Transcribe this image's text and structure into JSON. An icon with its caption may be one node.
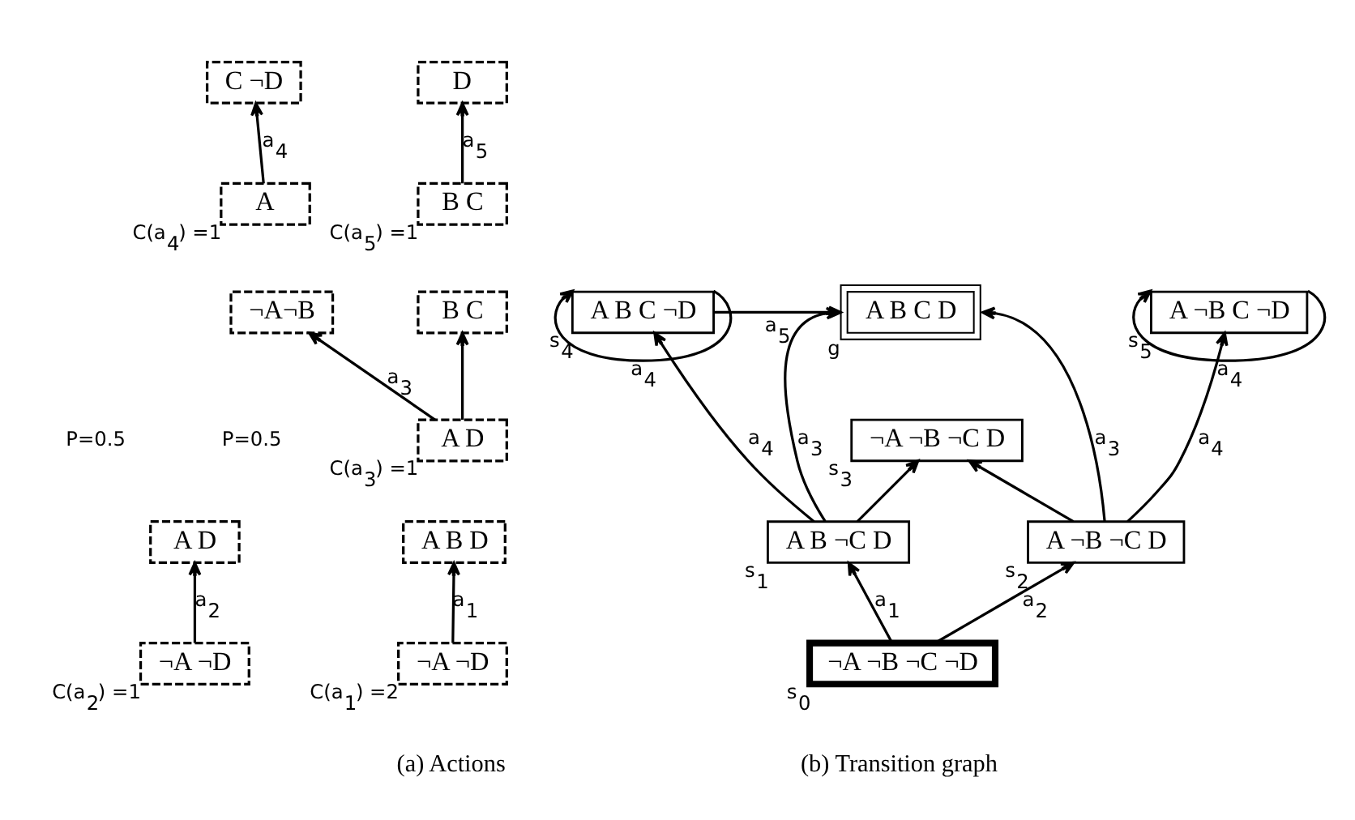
{
  "diagram": {
    "nodes": [
      {
        "text": [
          "C ¬D"
        ]
      },
      {
        "text": [
          "D"
        ]
      },
      {
        "text": [
          "A"
        ],
        "beside": [
          "C(a$_{4}$) =1"
        ]
      },
      {
        "text": [
          "B C"
        ],
        "beside": [
          "C(a$_{5}$) =1"
        ]
      },
      {
        "text": [
          "¬A¬B"
        ]
      },
      {
        "text": [
          "B C"
        ]
      },
      {
        "text": [
          "A D"
        ],
        "beside": [
          "C(a$_{3}$) =1"
        ]
      },
      {
        "text": [
          "A B D"
        ]
      },
      {
        "text": [
          "A D"
        ]
      },
      {
        "text": [
          "¬A ¬D"
        ],
        "beside": [
          "C(a$_{1}$) =2"
        ]
      },
      {
        "text": [
          "¬A ¬D"
        ],
        "beside": [
          "C(a$_{2}$) =1"
        ]
      },
      {
        "text": [
          "A B C ¬D"
        ],
        "beside": [
          "s$_{4}$"
        ]
      },
      {
        "text": [
          "A B C D"
        ],
        "beside": [
          "g"
        ]
      },
      {
        "text": [
          "A ¬B C ¬D"
        ],
        "beside": [
          "s$_{5}$"
        ]
      },
      {
        "text": [
          "¬A ¬B ¬C D"
        ],
        "beside": [
          "s$_{3}$"
        ]
      },
      {
        "text": [
          "A B ¬C D"
        ],
        "beside": [
          "s$_{1}$"
        ]
      },
      {
        "text": [
          "A ¬B ¬C D"
        ],
        "beside": [
          "s$_{2}$"
        ]
      },
      {
        "text": [
          "¬A ¬B ¬C ¬D"
        ],
        "beside": [
          "s$_{0}$"
        ]
      }
    ],
    "edges": [
      {
        "from": 2,
        "to": 0,
        "arrow": "to",
        "label": "a$_{4}$"
      },
      {
        "from": 3,
        "to": 1,
        "arrow": "to",
        "label": "a$_{5}$"
      },
      {
        "from": 6,
        "to": 4,
        "arrow": "to",
        "label": "a$_{3}$"
      },
      {
        "from": 6,
        "to": 5,
        "arrow": "to"
      },
      {
        "from": 9,
        "to": 7,
        "arrow": "to",
        "label": "a$_{1}$"
      },
      {
        "from": 10,
        "to": 8,
        "arrow": "to",
        "label": "a$_{2}$"
      },
      {
        "from": 11,
        "to": 11,
        "arrow": "to",
        "label": "a$_{4}$"
      },
      {
        "from": 11,
        "to": 12,
        "arrow": "to",
        "label": "a$_{5}$"
      },
      {
        "from": 13,
        "to": 13,
        "arrow": "to",
        "label": "a$_{4}$"
      },
      {
        "from": 15,
        "to": 11,
        "arrow": "to",
        "label": "a$_{4}$"
      },
      {
        "from": 15,
        "to": 12,
        "arrow": "to",
        "label": "a$_{3}$"
      },
      {
        "from": 15,
        "to": 14,
        "arrow": "to"
      },
      {
        "from": 16,
        "to": 12,
        "arrow": "to",
        "label": "a$_{3}$"
      },
      {
        "from": 16,
        "to": 14,
        "arrow": "to"
      },
      {
        "from": 16,
        "to": 13,
        "arrow": "to",
        "label": "a$_{4}$"
      },
      {
        "from": 17,
        "to": 15,
        "arrow": "to",
        "label": "a$_{1}$"
      },
      {
        "from": 17,
        "to": 16,
        "arrow": "to",
        "label": "a$_{2}$"
      }
    ],
    "labels": [
      "P=0.5",
      "P=0.5",
      "(a) Actions",
      "(b) Transition graph"
    ]
  }
}
